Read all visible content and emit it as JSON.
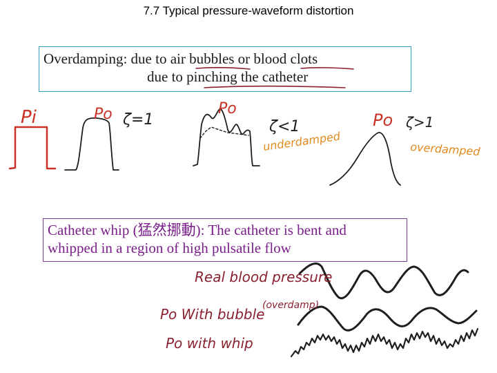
{
  "title": "7.7 Typical pressure-waveform distortion",
  "overdamping_box": {
    "line1": "Overdamping: due to air bubbles or blood clots",
    "line2": "due to pinching the catheter"
  },
  "whip_box": {
    "line1": "Catheter whip (猛然挪動):  The catheter is bent and",
    "line2": "whipped in a region of high pulsatile flow"
  },
  "annotations": {
    "pi": "Pi",
    "po_1": "Po",
    "zeta_1": "ζ=1",
    "po_2": "Po",
    "zeta_2": "ζ<1",
    "underdamped": "underdamped",
    "po_3": "Po",
    "zeta_3": "ζ>1",
    "overdamped": "overdamped",
    "real_bp": "Real blood pressure",
    "po_bubble": "Po  With bubble",
    "overdamped_paren": "(overdamp)",
    "po_whip": "Po  with whip"
  },
  "colors": {
    "red_ink": "#c83228",
    "black_ink": "#1e1e1e",
    "orange_ink": "#e08a1e",
    "maroon_ink": "#8a2030",
    "blue_border": "#3a9fbf",
    "purple_border": "#7b3f9e"
  }
}
